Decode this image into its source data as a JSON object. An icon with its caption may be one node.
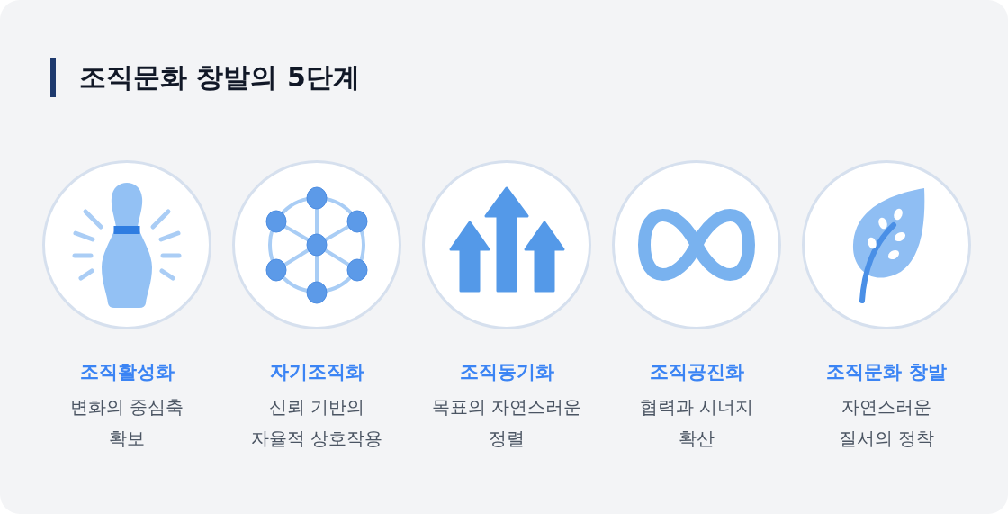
{
  "diagram": {
    "title": "조직문화 창발의 5단계",
    "nodes": [
      {
        "text": [
          "조직활성화",
          "변화의 중심축 확보"
        ]
      },
      {
        "text": [
          "자기조직화",
          "신뢰 기반의 자율적 상호작용"
        ]
      },
      {
        "text": [
          "조직동기화",
          "목표의 자연스러운 정렬"
        ]
      },
      {
        "text": [
          "조직공진화",
          "협력과 시너지 확산"
        ]
      },
      {
        "text": [
          "조직문화 창발",
          "자연스러운 질서의 정착"
        ]
      }
    ]
  }
}
